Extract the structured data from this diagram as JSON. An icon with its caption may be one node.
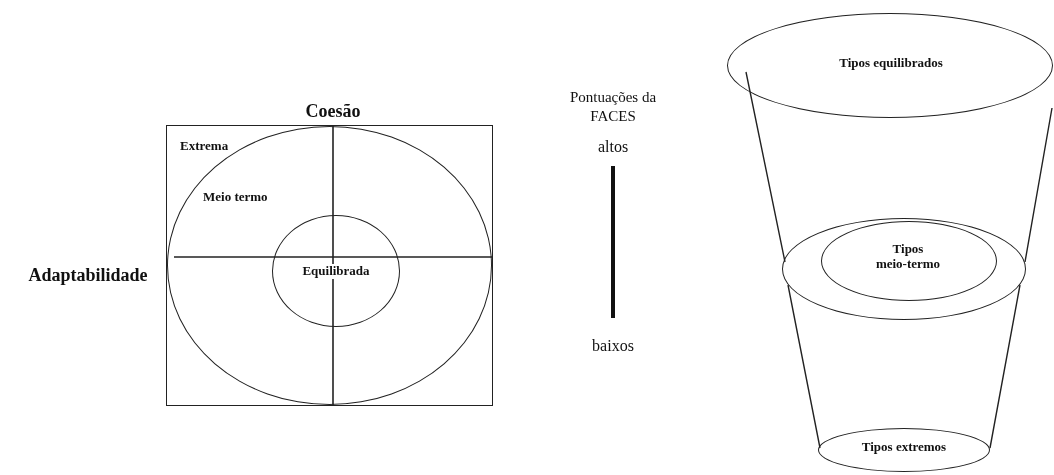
{
  "diagram": {
    "nodes": [
      {
        "text": [],
        "shape": "box"
      },
      {
        "text": [
          "Meio termo"
        ],
        "in": 0
      },
      {
        "text": [
          "Equilibrada"
        ],
        "in": 1
      },
      {
        "text": [
          "Tipos equilibrados"
        ]
      },
      {
        "text": [],
        "shape": "circle"
      },
      {
        "text": [
          "Tipos meio-termo"
        ],
        "in": 4
      },
      {
        "text": [
          "Tipos extremos"
        ]
      }
    ],
    "labels": [
      "Extrema",
      "Coesão",
      "Adaptabilidade",
      "Pontuações da FACES",
      "altos",
      "baixos"
    ]
  }
}
